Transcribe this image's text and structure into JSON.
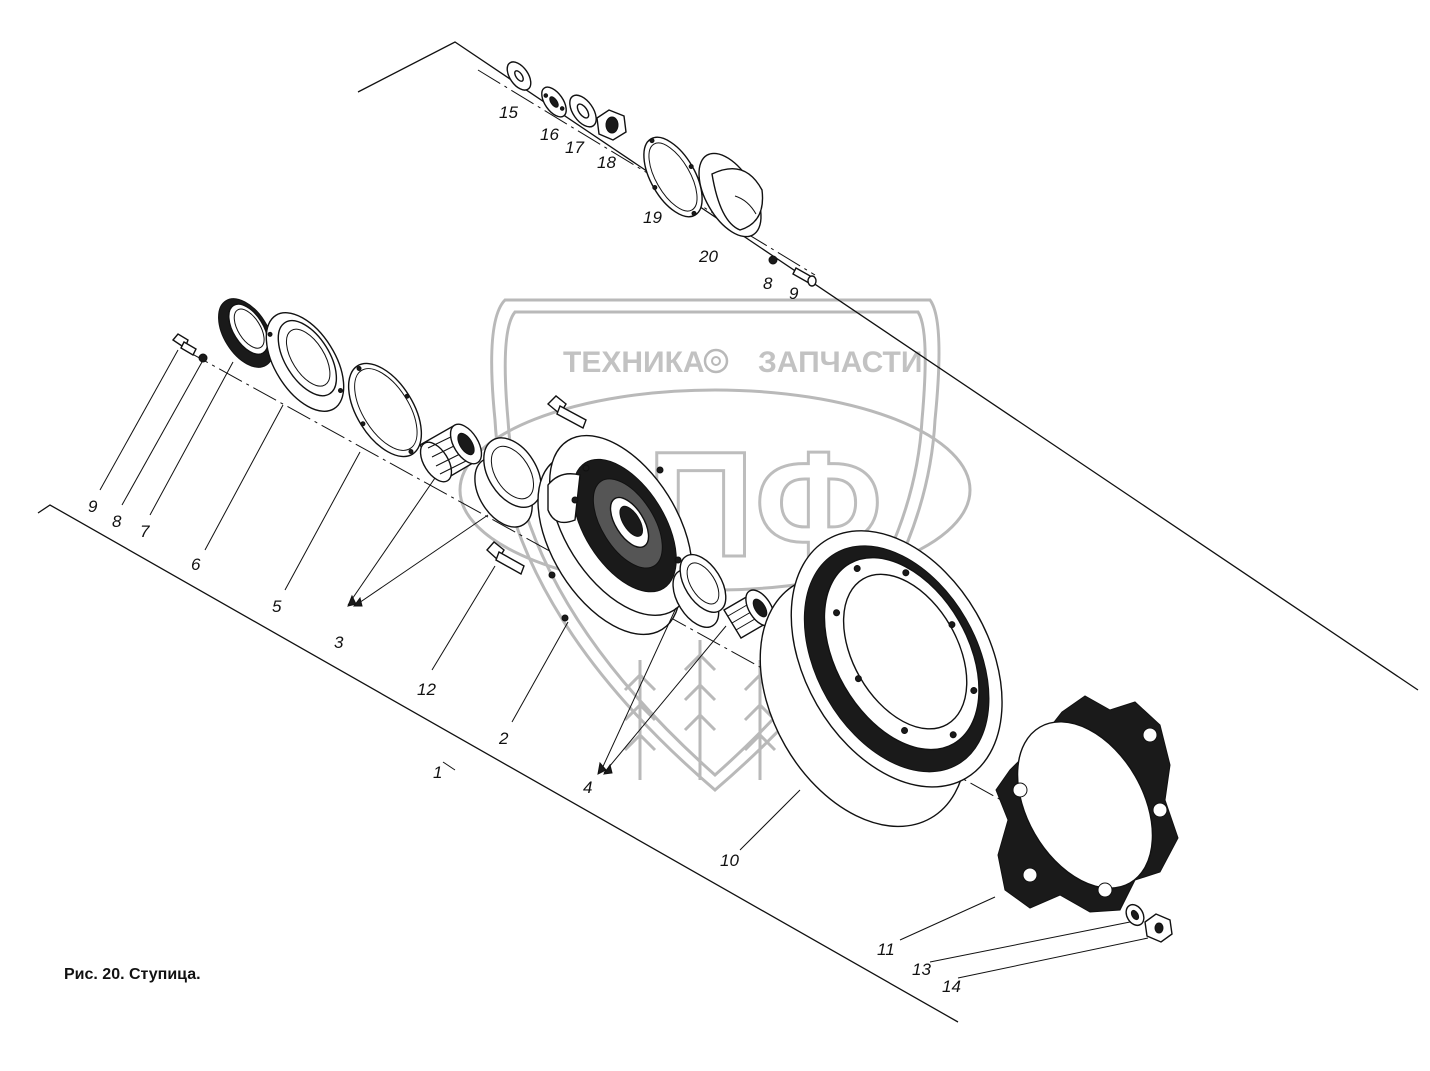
{
  "caption": "Рис. 20. Ступица.",
  "watermark": {
    "line1_left": "ТЕХНИКА",
    "line1_right": "ЗАПЧАСТИ",
    "monogram": "ЭПФ",
    "color": "#bdbdbd"
  },
  "callouts": {
    "n1": "1",
    "n2": "2",
    "n3": "3",
    "n4": "4",
    "n5": "5",
    "n6": "6",
    "n7": "7",
    "n8": "8",
    "n9": "9",
    "n10": "10",
    "n11": "11",
    "n12": "12",
    "n13": "13",
    "n14": "14",
    "n15": "15",
    "n16": "16",
    "n17": "17",
    "n18": "18",
    "n19": "19",
    "n20": "20",
    "n8b": "8",
    "n9b": "9"
  }
}
